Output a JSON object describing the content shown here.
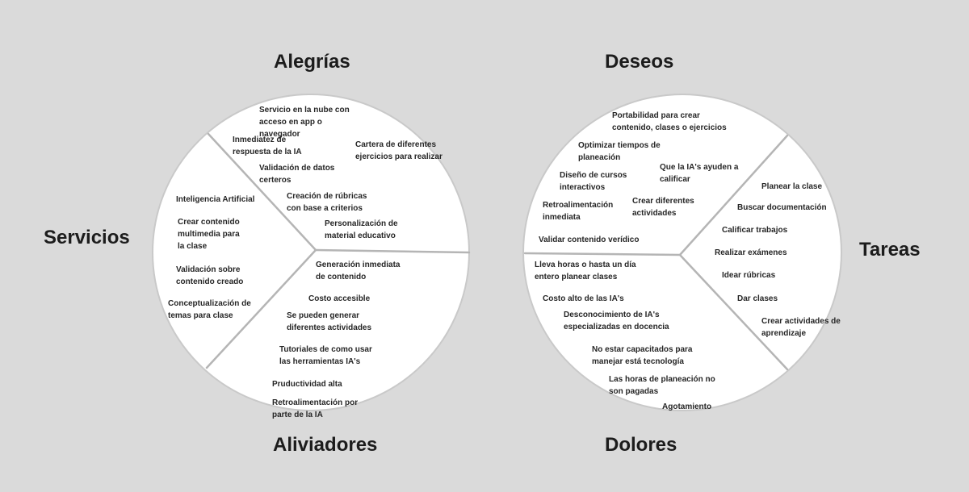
{
  "headings": {
    "alegrias": "Alegrías",
    "deseos": "Deseos",
    "servicios": "Servicios",
    "tareas": "Tareas",
    "aliviadores": "Aliviadores",
    "dolores": "Dolores"
  },
  "alegrias_items": [
    "Servicio en la nube con acceso en app o navegador",
    "Inmediatez de respuesta de la IA",
    "Cartera de diferentes ejercicios para realizar",
    "Validación de datos certeros",
    "Creación de rúbricas con base a criterios",
    "Personalización de material educativo"
  ],
  "servicios_items": [
    "Inteligencia Artificial",
    "Crear contenido multimedia para la clase",
    "Validación sobre contenido creado",
    "Conceptualización de temas para clase"
  ],
  "aliviadores_items": [
    "Generación inmediata de contenido",
    "Costo accesible",
    "Se pueden generar diferentes actividades",
    "Tutoriales de como usar las herramientas IA's",
    "Pruductividad alta",
    "Retroalimentación por parte de la IA"
  ],
  "deseos_items": [
    "Portabilidad para crear contenido, clases o ejercicios",
    "Optimizar tiempos de planeación",
    "Diseño de cursos interactivos",
    "Que la IA's ayuden a calificar",
    "Retroalimentación inmediata",
    "Crear diferentes actividades",
    "Validar contenido verídico"
  ],
  "tareas_items": [
    "Planear la clase",
    "Buscar documentación",
    "Calificar trabajos",
    "Realizar exámenes",
    "Idear rúbricas",
    "Dar clases",
    "Crear actividades de aprendizaje"
  ],
  "dolores_items": [
    "Lleva horas o hasta un día entero planear clases",
    "Costo alto de las IA's",
    "Desconocimiento de IA's especializadas en docencia",
    "No estar capacitados para manejar está tecnología",
    "Las horas de planeación no son pagadas",
    "Agotamiento"
  ]
}
